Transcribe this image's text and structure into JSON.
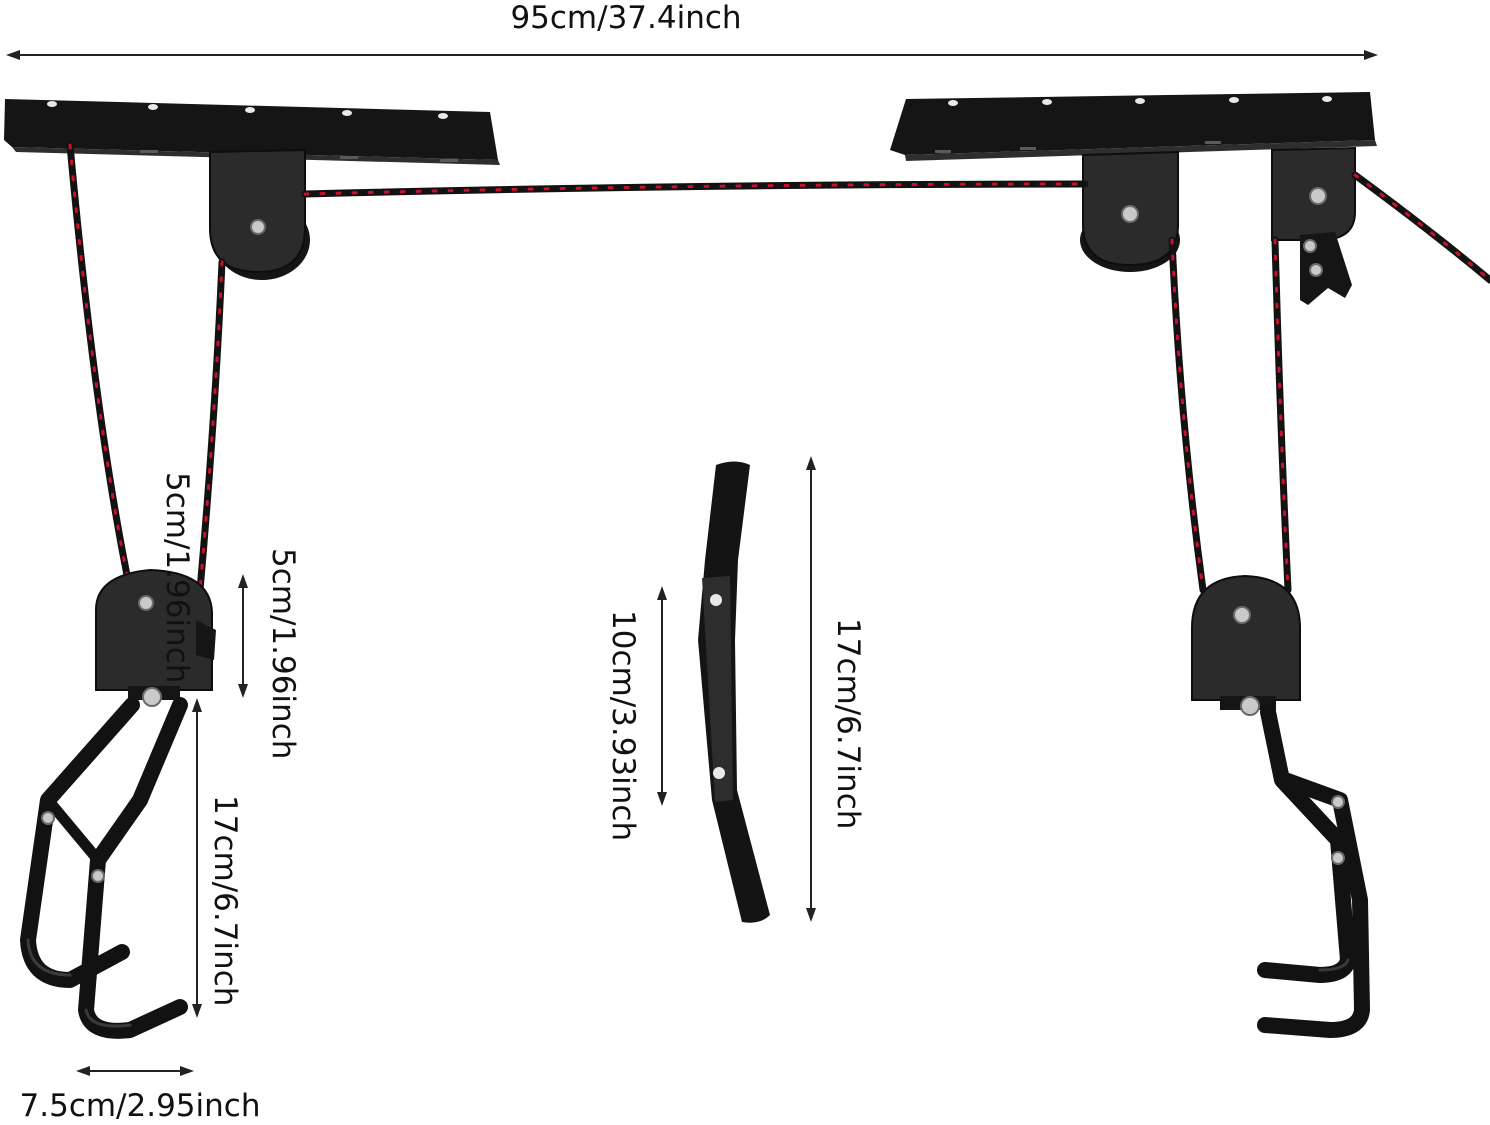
{
  "diagram": {
    "dimensions": {
      "total_width": "95cm/37.4inch",
      "pulley_height_overlay": "5cm/1.96inch",
      "pulley_height": "5cm/1.96inch",
      "hook_length": "17cm/6.7inch",
      "hook_width": "7.5cm/2.95inch",
      "bar_hole_spacing": "10cm/3.93inch",
      "bar_length": "17cm/6.7inch"
    },
    "colors": {
      "metal": "#151515",
      "rope": "#121212",
      "rope_fleck": "#c8102e",
      "bolt": "#c9c9c9",
      "background": "#ffffff"
    }
  }
}
